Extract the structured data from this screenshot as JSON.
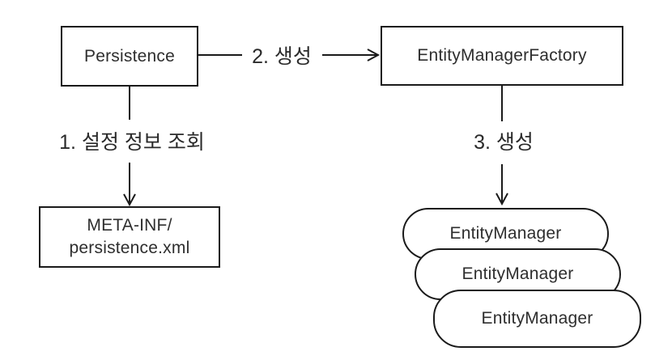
{
  "diagram": {
    "nodes": {
      "persistence": {
        "label": "Persistence"
      },
      "entity_manager_factory": {
        "label": "EntityManagerFactory"
      },
      "meta_inf": {
        "line1": "META-INF/",
        "line2": "persistence.xml"
      },
      "entity_manager_back": {
        "label": "EntityManager"
      },
      "entity_manager_middle": {
        "label": "EntityManager"
      },
      "entity_manager_front": {
        "label": "EntityManager"
      }
    },
    "edges": {
      "step1": {
        "label": "1. 설정 정보 조회"
      },
      "step2": {
        "label": "2. 생성"
      },
      "step3": {
        "label": "3. 생성"
      }
    },
    "colors": {
      "stroke": "#1a1a1a",
      "text": "#2e2e2e",
      "background": "#ffffff"
    }
  }
}
